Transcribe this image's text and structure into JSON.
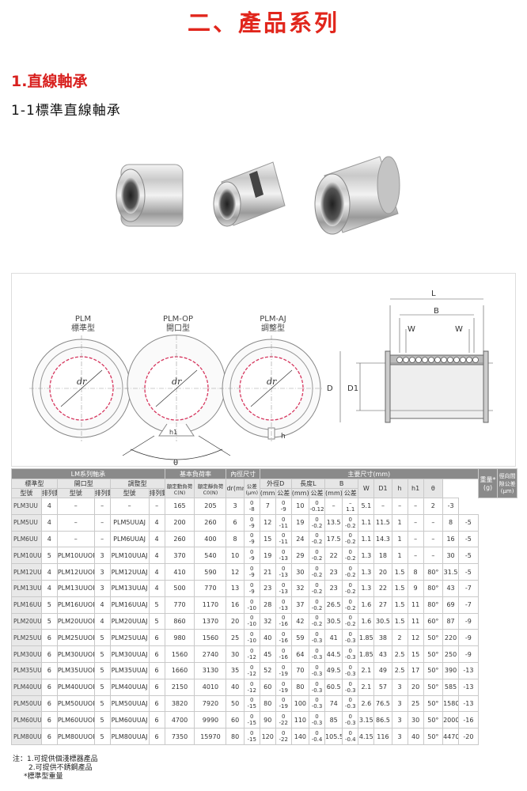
{
  "header": {
    "title": "二、產品系列",
    "section": "1.直線軸承",
    "subsection": "1-1標準直線軸承"
  },
  "diagram": {
    "labels": [
      {
        "top": "PLM",
        "bottom": "標準型"
      },
      {
        "top": "PLM-OP",
        "bottom": "開口型"
      },
      {
        "top": "PLM-AJ",
        "bottom": "調整型"
      }
    ],
    "symbols": {
      "dr": "dr",
      "h1": "h1",
      "theta": "θ",
      "h": "h",
      "L": "L",
      "B": "B",
      "W": "W",
      "D": "D",
      "D1": "D1"
    }
  },
  "table": {
    "header_row1": [
      "LM系列軸承",
      "基本負荷率",
      "內徑尺寸",
      "主要尺寸(mm)",
      "重量*(g)",
      "徑向間隙公差(μm)"
    ],
    "header_row2": [
      "標準型",
      "開口型",
      "調整型",
      "額定動負荷C(N)",
      "額定靜負荷C0(N)",
      "dr(mm)",
      "公差(μm)",
      "外徑D",
      "長度L",
      "B",
      "W",
      "D1",
      "h",
      "h1",
      "θ"
    ],
    "header_row3": [
      "型號",
      "排列數",
      "型號",
      "排列數",
      "型號",
      "排列數",
      "(mm)",
      "公差",
      "(mm)",
      "公差",
      "(mm)",
      "公差"
    ],
    "rows": [
      [
        "PLM3UU",
        "4",
        "–",
        "–",
        "–",
        "–",
        "165",
        "205",
        "3",
        "0",
        "-8",
        "7",
        "0",
        "-9",
        "10",
        "0",
        "-0.12",
        "–",
        "–",
        "1.1",
        "5.1",
        "–",
        "–",
        "–",
        "2",
        "-3"
      ],
      [
        "PLM5UU",
        "4",
        "–",
        "–",
        "PLM5UUAJ",
        "4",
        "200",
        "260",
        "6",
        "0",
        "-9",
        "12",
        "0",
        "-11",
        "19",
        "0",
        "-0.2",
        "13.5",
        "0",
        "-0.2",
        "1.1",
        "11.5",
        "1",
        "–",
        "–",
        "8",
        "-5"
      ],
      [
        "PLM6UU",
        "4",
        "–",
        "–",
        "PLM6UUAJ",
        "4",
        "260",
        "400",
        "8",
        "0",
        "-9",
        "15",
        "0",
        "-11",
        "24",
        "0",
        "-0.2",
        "17.5",
        "0",
        "-0.2",
        "1.1",
        "14.3",
        "1",
        "–",
        "–",
        "16",
        "-5"
      ],
      [
        "PLM10UU",
        "5",
        "PLM10UUOP",
        "3",
        "PLM10UUAJ",
        "4",
        "370",
        "540",
        "10",
        "0",
        "-9",
        "19",
        "0",
        "-13",
        "29",
        "0",
        "-0.2",
        "22",
        "0",
        "-0.2",
        "1.3",
        "18",
        "1",
        "–",
        "–",
        "30",
        "-5"
      ],
      [
        "PLM12UU",
        "4",
        "PLM12UUOP",
        "3",
        "PLM12UUAJ",
        "4",
        "410",
        "590",
        "12",
        "0",
        "-9",
        "21",
        "0",
        "-13",
        "30",
        "0",
        "-0.2",
        "23",
        "0",
        "-0.2",
        "1.3",
        "20",
        "1.5",
        "8",
        "80°",
        "31.5",
        "-5"
      ],
      [
        "PLM13UU",
        "4",
        "PLM13UUOP",
        "3",
        "PLM13UUAJ",
        "4",
        "500",
        "770",
        "13",
        "0",
        "-9",
        "23",
        "0",
        "-13",
        "32",
        "0",
        "-0.2",
        "23",
        "0",
        "-0.2",
        "1.3",
        "22",
        "1.5",
        "9",
        "80°",
        "43",
        "-7"
      ],
      [
        "PLM16UU",
        "5",
        "PLM16UUOP",
        "4",
        "PLM16UUAJ",
        "5",
        "770",
        "1170",
        "16",
        "0",
        "-10",
        "28",
        "0",
        "-13",
        "37",
        "0",
        "-0.2",
        "26.5",
        "0",
        "-0.2",
        "1.6",
        "27",
        "1.5",
        "11",
        "80°",
        "69",
        "-7"
      ],
      [
        "PLM20UU",
        "5",
        "PLM20UUOP",
        "4",
        "PLM20UUAJ",
        "5",
        "860",
        "1370",
        "20",
        "0",
        "-10",
        "32",
        "0",
        "-16",
        "42",
        "0",
        "-0.2",
        "30.5",
        "0",
        "-0.2",
        "1.6",
        "30.5",
        "1.5",
        "11",
        "60°",
        "87",
        "-9"
      ],
      [
        "PLM25UU",
        "6",
        "PLM25UUOP",
        "5",
        "PLM25UUAJ",
        "6",
        "980",
        "1560",
        "25",
        "0",
        "-10",
        "40",
        "0",
        "-16",
        "59",
        "0",
        "-0.3",
        "41",
        "0",
        "-0.3",
        "1.85",
        "38",
        "2",
        "12",
        "50°",
        "220",
        "-9"
      ],
      [
        "PLM30UU",
        "6",
        "PLM30UUOP",
        "5",
        "PLM30UUAJ",
        "6",
        "1560",
        "2740",
        "30",
        "0",
        "-12",
        "45",
        "0",
        "-16",
        "64",
        "0",
        "-0.3",
        "44.5",
        "0",
        "-0.3",
        "1.85",
        "43",
        "2.5",
        "15",
        "50°",
        "250",
        "-9"
      ],
      [
        "PLM35UU",
        "6",
        "PLM35UUOP",
        "5",
        "PLM35UUAJ",
        "6",
        "1660",
        "3130",
        "35",
        "0",
        "-12",
        "52",
        "0",
        "-19",
        "70",
        "0",
        "-0.3",
        "49.5",
        "0",
        "-0.3",
        "2.1",
        "49",
        "2.5",
        "17",
        "50°",
        "390",
        "-13"
      ],
      [
        "PLM40UU",
        "6",
        "PLM40UUOP",
        "5",
        "PLM40UUAJ",
        "6",
        "2150",
        "4010",
        "40",
        "0",
        "-12",
        "60",
        "0",
        "-19",
        "80",
        "0",
        "-0.3",
        "60.5",
        "0",
        "-0.3",
        "2.1",
        "57",
        "3",
        "20",
        "50°",
        "585",
        "-13"
      ],
      [
        "PLM50UU",
        "6",
        "PLM50UUOP",
        "5",
        "PLM50UUAJ",
        "6",
        "3820",
        "7920",
        "50",
        "0",
        "-15",
        "80",
        "0",
        "-19",
        "100",
        "0",
        "-0.3",
        "74",
        "0",
        "-0.3",
        "2.6",
        "76.5",
        "3",
        "25",
        "50°",
        "1580",
        "-13"
      ],
      [
        "PLM60UU",
        "6",
        "PLM60UUOP",
        "5",
        "PLM60UUAJ",
        "6",
        "4700",
        "9990",
        "60",
        "0",
        "-15",
        "90",
        "0",
        "-22",
        "110",
        "0",
        "-0.3",
        "85",
        "0",
        "-0.3",
        "3.15",
        "86.5",
        "3",
        "30",
        "50°",
        "2000",
        "-16"
      ],
      [
        "PLM80UU",
        "6",
        "PLM80UUOP",
        "5",
        "PLM80UUAJ",
        "6",
        "7350",
        "15970",
        "80",
        "0",
        "-15",
        "120",
        "0",
        "-22",
        "140",
        "0",
        "-0.4",
        "105.5",
        "0",
        "-0.4",
        "4.15",
        "116",
        "3",
        "40",
        "50°",
        "4470",
        "-20"
      ]
    ]
  },
  "notes": {
    "line1": "注：1.可提供個淺標器產品",
    "line2": "2.可提供不銹鋼產品",
    "line3": "*標準型重量"
  },
  "colors": {
    "title": "#e1261c",
    "section": "#d8201e",
    "diagram_circle": "#d6365e",
    "table_header": "#8a8a8a"
  }
}
